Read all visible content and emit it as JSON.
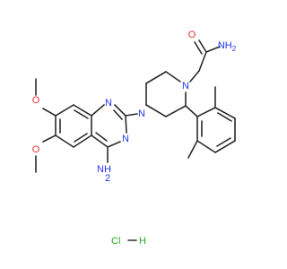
{
  "colors": {
    "bond": "#2b2b2b",
    "nitrogen": "#2233ee",
    "oxygen": "#e03030",
    "chlorine": "#22aa22"
  },
  "atom_labels": {
    "amide_o": "O",
    "amide_nh2": "NH",
    "amide_nh2_sub": "2",
    "piperazine_n_top": "N",
    "piperazine_n_left": "N",
    "quinazoline_n1": "N",
    "quinazoline_n3": "N",
    "amino_nh2": "NH",
    "amino_nh2_sub": "2",
    "methoxy_o_top": "O",
    "methoxy_o_bottom": "O"
  },
  "salt": {
    "cl": "Cl",
    "h": "H"
  }
}
